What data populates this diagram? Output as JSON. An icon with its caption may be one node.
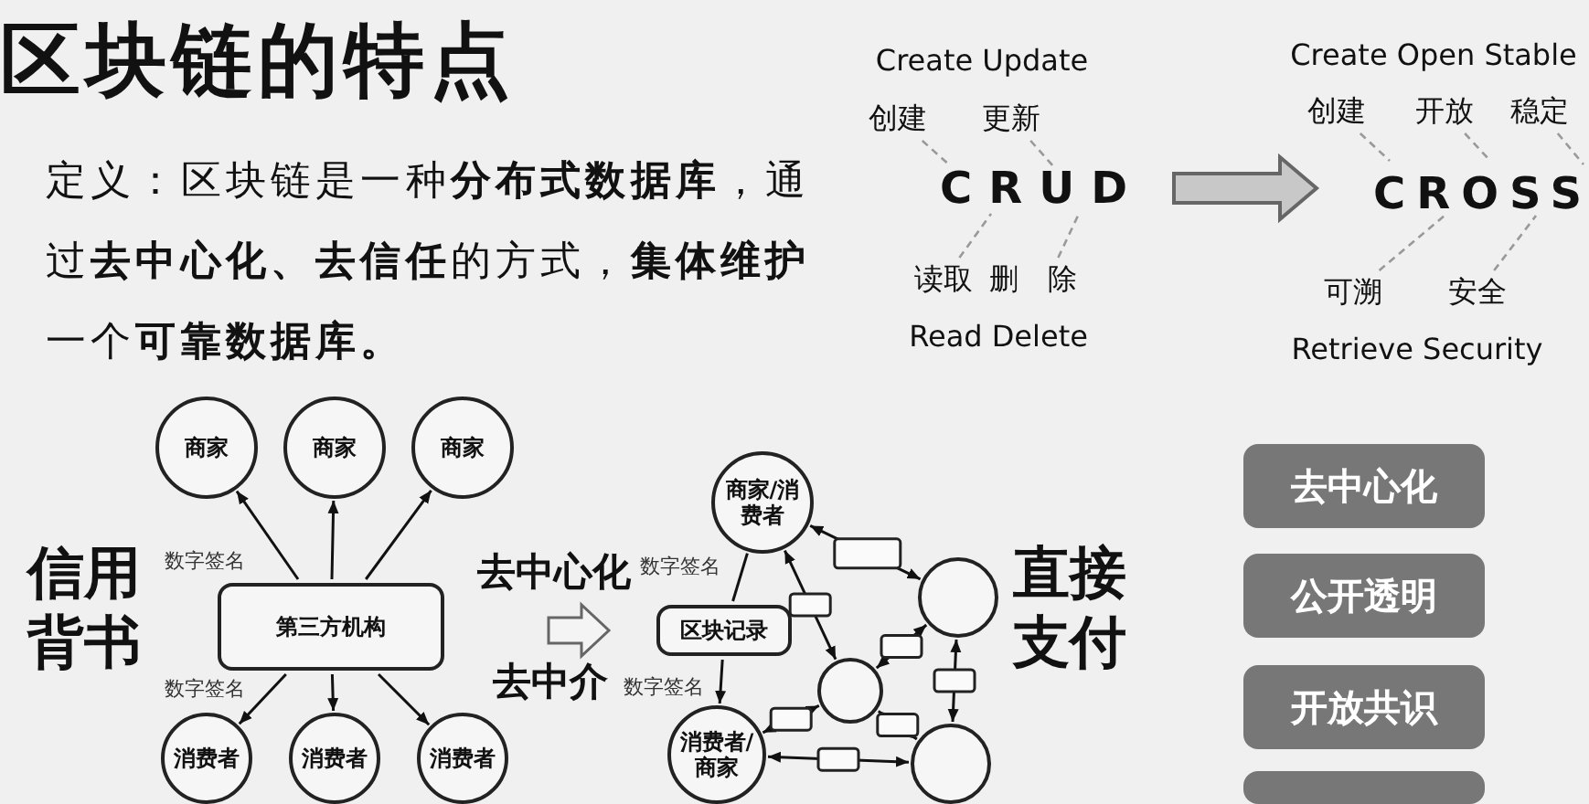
{
  "diagram": {
    "title": "区块链的特点",
    "nodes": [
      {
        "text": [
          "创建"
        ]
      },
      {
        "text": [
          "更新"
        ]
      },
      {
        "text": [
          "读取"
        ]
      },
      {
        "text": [
          "删除"
        ]
      },
      {
        "text": [
          "创建"
        ]
      },
      {
        "text": [
          "开放"
        ]
      },
      {
        "text": [
          "稳定"
        ]
      },
      {
        "text": [
          "可溯"
        ]
      },
      {
        "text": [
          "安全"
        ]
      },
      {
        "text": [
          "第三方机构"
        ]
      },
      {
        "text": [
          "商家"
        ]
      },
      {
        "text": [
          "商家"
        ]
      },
      {
        "text": [
          "商家"
        ]
      },
      {
        "text": [
          "消费者"
        ]
      },
      {
        "text": [
          "消费者"
        ]
      },
      {
        "text": [
          "消费者"
        ]
      },
      {
        "text": [
          "区块记录"
        ]
      },
      {
        "text": [
          "商家/消费者"
        ]
      },
      {
        "text": [],
        "shape": "circle"
      },
      {
        "text": [],
        "shape": "circle"
      },
      {
        "text": [
          "消费者/商家"
        ]
      },
      {
        "text": [],
        "shape": "circle"
      },
      {
        "text": [
          "去中心化"
        ]
      },
      {
        "text": [
          "公开透明"
        ]
      },
      {
        "text": [
          "开放共识"
        ]
      },
      {
        "text": [],
        "shape": "box"
      },
      {
        "text": [
          "CRUD"
        ]
      },
      {
        "text": [
          "CROSS"
        ]
      }
    ],
    "edges": [
      {
        "from": 0,
        "to": 26,
        "arrow": "none",
        "style": "dashed",
        "color": "#999999"
      },
      {
        "from": 1,
        "to": 26,
        "arrow": "none",
        "style": "dashed",
        "color": "#999999"
      },
      {
        "from": 2,
        "to": 26,
        "arrow": "none",
        "style": "dashed",
        "color": "#999999"
      },
      {
        "from": 3,
        "to": 26,
        "arrow": "none",
        "style": "dashed",
        "color": "#999999"
      },
      {
        "from": 4,
        "to": 27,
        "arrow": "none",
        "style": "dashed",
        "color": "#999999"
      },
      {
        "from": 5,
        "to": 27,
        "arrow": "none",
        "style": "dashed",
        "color": "#999999"
      },
      {
        "from": 6,
        "to": 27,
        "arrow": "none",
        "style": "dashed",
        "color": "#999999"
      },
      {
        "from": 7,
        "to": 27,
        "arrow": "none",
        "style": "dashed",
        "color": "#999999"
      },
      {
        "from": 8,
        "to": 27,
        "arrow": "none",
        "style": "dashed",
        "color": "#999999"
      },
      {
        "from": 9,
        "to": 10,
        "arrow": "to"
      },
      {
        "from": 9,
        "to": 11,
        "arrow": "to"
      },
      {
        "from": 9,
        "to": 12,
        "arrow": "to"
      },
      {
        "from": 9,
        "to": 13,
        "arrow": "to"
      },
      {
        "from": 9,
        "to": 14,
        "arrow": "to"
      },
      {
        "from": 9,
        "to": 15,
        "arrow": "to"
      },
      {
        "from": 16,
        "to": 17,
        "arrow": "none"
      },
      {
        "from": 16,
        "to": 20,
        "arrow": "to"
      },
      {
        "from": 17,
        "to": 18,
        "arrow": "both"
      },
      {
        "from": 17,
        "to": 19,
        "arrow": "both"
      },
      {
        "from": 19,
        "to": 18,
        "arrow": "both"
      },
      {
        "from": 18,
        "to": 21,
        "arrow": "both"
      },
      {
        "from": 19,
        "to": 20,
        "arrow": "both"
      },
      {
        "from": 19,
        "to": 21,
        "arrow": "both"
      },
      {
        "from": 20,
        "to": 21,
        "arrow": "both"
      }
    ],
    "labels": [
      "定义：区块链是一种**分布式数据库**，通过**去中心化、去信任**的方式，**集体维护**一个**可靠数据库。**",
      "Create Update",
      "Read Delete",
      "Create Open Stable",
      "Retrieve Security",
      "信用背书",
      "数字签名",
      "数字签名",
      "去中心化",
      "去中介",
      "数字签名",
      "数字签名",
      "直接支付"
    ]
  }
}
